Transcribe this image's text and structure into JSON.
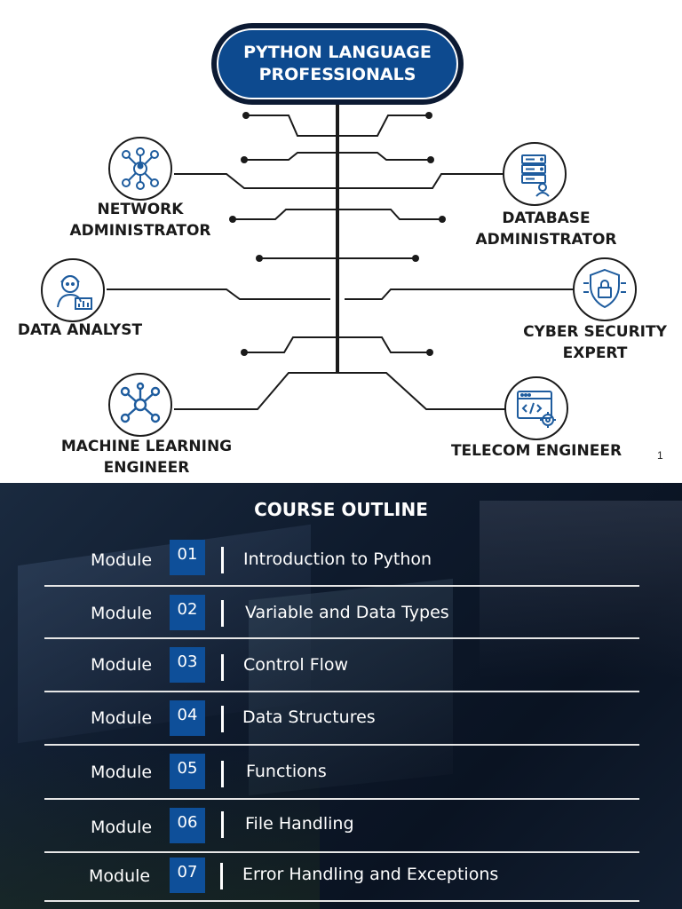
{
  "slide1": {
    "title": "PYTHON LANGUAGE\nPROFESSIONALS",
    "page_number": "1",
    "roles": [
      {
        "label": "NETWORK\nADMINISTRATOR",
        "icon": "network-people-icon"
      },
      {
        "label": "DATABASE\nADMINISTRATOR",
        "icon": "database-server-icon"
      },
      {
        "label": "DATA ANALYST",
        "icon": "data-analyst-person-icon"
      },
      {
        "label": "CYBER SECURITY\nEXPERT",
        "icon": "shield-lock-icon"
      },
      {
        "label": "MACHINE LEARNING\nENGINEER",
        "icon": "node-graph-icon"
      },
      {
        "label": "TELECOM ENGINEER",
        "icon": "code-window-gear-icon"
      }
    ],
    "colors": {
      "primary": "#0d4a8f",
      "dark": "#0c1a33",
      "icon": "#1e5c9e"
    }
  },
  "slide2": {
    "title": "COURSE OUTLINE",
    "module_word": "Module",
    "modules": [
      {
        "num": "01",
        "name": "Introduction to Python"
      },
      {
        "num": "02",
        "name": "Variable and Data Types"
      },
      {
        "num": "03",
        "name": "Control Flow"
      },
      {
        "num": "04",
        "name": "Data Structures"
      },
      {
        "num": "05",
        "name": "Functions"
      },
      {
        "num": "06",
        "name": "File Handling"
      },
      {
        "num": "07",
        "name": "Error Handling and Exceptions"
      }
    ],
    "colors": {
      "number_box": "#0e4f99",
      "background": "#0d1727"
    }
  }
}
